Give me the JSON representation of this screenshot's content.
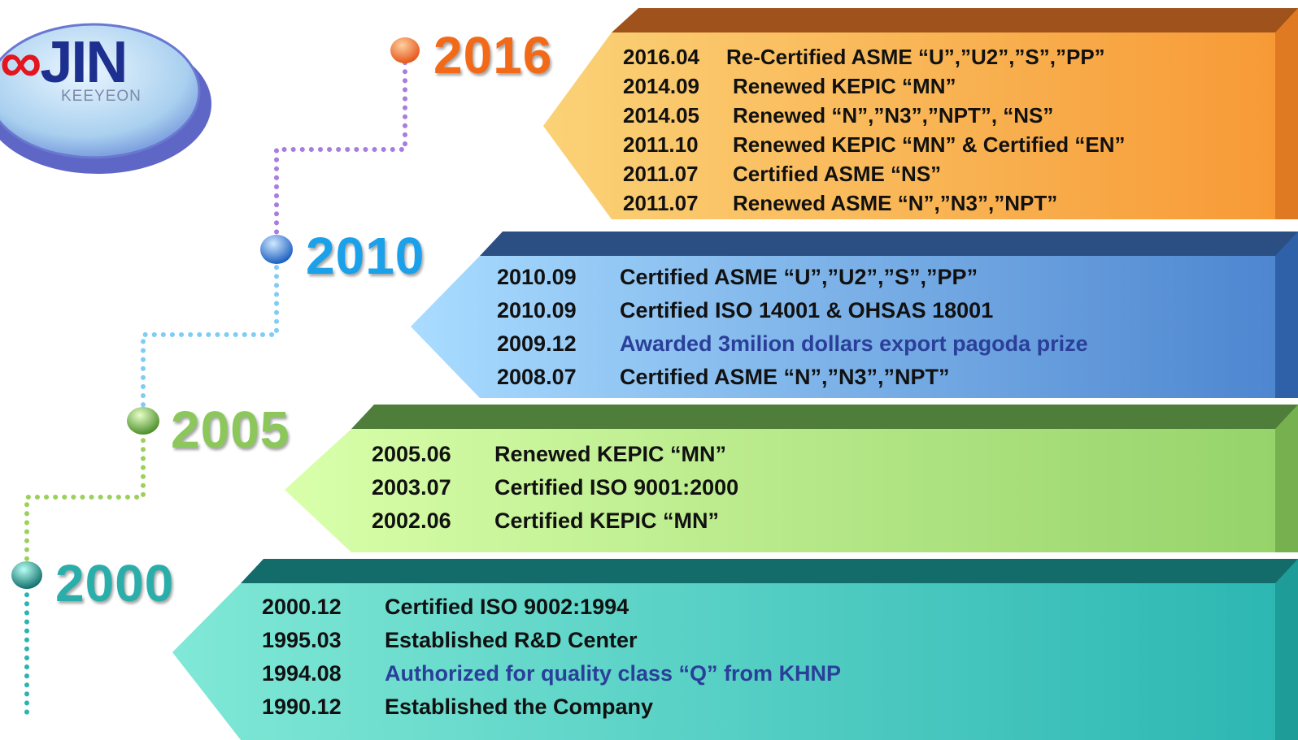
{
  "logo": {
    "brand_a": "∞",
    "brand_b": "JIN",
    "sub": "KEEYEON"
  },
  "years": [
    {
      "label": "2016",
      "color": "#f26a18",
      "entries": [
        {
          "date": "2016.04",
          "text": "Re-Certified ASME “U”,”U2”,”S”,”PP”",
          "highlight": false
        },
        {
          "date": "2014.09",
          "text": "Renewed KEPIC “MN”",
          "highlight": false
        },
        {
          "date": "2014.05",
          "text": "Renewed “N”,”N3”,”NPT”, “NS”",
          "highlight": false
        },
        {
          "date": "2011.10",
          "text": "Renewed KEPIC “MN” & Certified “EN”",
          "highlight": false
        },
        {
          "date": "2011.07",
          "text": "Certified ASME “NS”",
          "highlight": false
        },
        {
          "date": "2011.07",
          "text": "Renewed ASME “N”,”N3”,”NPT”",
          "highlight": false
        }
      ]
    },
    {
      "label": "2010",
      "color": "#1ba0ea",
      "entries": [
        {
          "date": "2010.09",
          "text": "Certified ASME “U”,”U2”,”S”,”PP”",
          "highlight": false
        },
        {
          "date": "2010.09",
          "text": "Certified ISO 14001 & OHSAS 18001",
          "highlight": false
        },
        {
          "date": "2009.12",
          "text": "Awarded 3milion dollars export pagoda prize",
          "highlight": true
        },
        {
          "date": "2008.07",
          "text": "Certified ASME “N”,”N3”,”NPT”",
          "highlight": false
        }
      ]
    },
    {
      "label": "2005",
      "color": "#8bc75a",
      "entries": [
        {
          "date": "2005.06",
          "text": "Renewed KEPIC “MN”",
          "highlight": false
        },
        {
          "date": "2003.07",
          "text": "Certified ISO 9001:2000",
          "highlight": false
        },
        {
          "date": "2002.06",
          "text": "Certified KEPIC “MN”",
          "highlight": false
        }
      ]
    },
    {
      "label": "2000",
      "color": "#2aaeaa",
      "entries": [
        {
          "date": "2000.12",
          "text": "Certified ISO 9002:1994",
          "highlight": false
        },
        {
          "date": "1995.03",
          "text": "Established R&D Center",
          "highlight": false
        },
        {
          "date": "1994.08",
          "text": "Authorized for quality class “Q” from KHNP",
          "highlight": true
        },
        {
          "date": "1990.12",
          "text": "Established the Company",
          "highlight": false
        }
      ]
    }
  ]
}
